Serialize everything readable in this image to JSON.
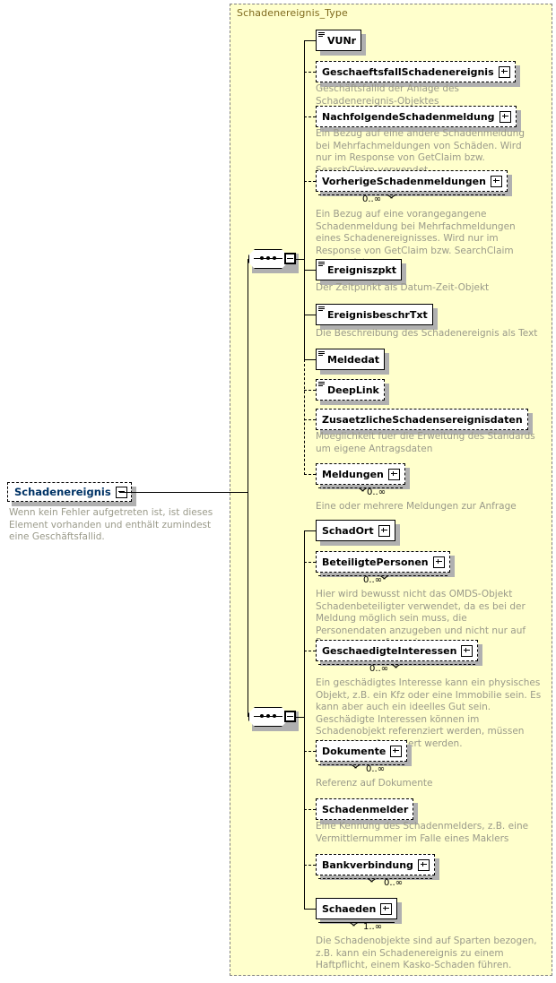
{
  "diagram": {
    "kind": "xsd-schema-diagram",
    "root_element": {
      "name": "Schadenereignis",
      "expander": "minus-icon",
      "annotation": "Wenn kein Fehler aufgetreten ist, ist dieses Element vorhanden und enthält zumindest eine Geschäftsfallid."
    },
    "type_box": {
      "title": "Schadenereignis_Type",
      "background": "#ffffcc",
      "border_color": "#808080"
    },
    "compositors": [
      {
        "name": "sequence-1",
        "symbol": "sequence",
        "expander": "minus-icon"
      },
      {
        "name": "sequence-2",
        "symbol": "sequence",
        "expander": "minus-icon"
      }
    ],
    "elements": [
      {
        "name": "VUNr",
        "required": true,
        "simple_type": true,
        "expander": null,
        "cardinality": null,
        "annotation": null
      },
      {
        "name": "GeschaeftsfallSchadenereignis",
        "required": false,
        "simple_type": false,
        "expander": "plus-icon",
        "cardinality": null,
        "annotation": "Geschäftsfallid der Anlage des Schadenereignis-Objektes"
      },
      {
        "name": "NachfolgendeSchadenmeldung",
        "required": false,
        "simple_type": false,
        "expander": "plus-icon",
        "cardinality": null,
        "annotation": "Ein Bezug auf eine andere Schadenmeldung bei Mehrfachmeldungen von Schäden. Wird nur im Response von GetClaim bzw. SearchClaim verwendet."
      },
      {
        "name": "VorherigeSchadenmeldungen",
        "required": false,
        "simple_type": false,
        "expander": "plus-icon",
        "cardinality": "0..∞",
        "annotation": "Ein Bezug auf eine vorangegangene Schadenmeldung bei Mehrfachmeldungen eines Schadenereignisses. Wird nur im Response von GetClaim bzw. SearchClaim verwendet."
      },
      {
        "name": "Ereigniszpkt",
        "required": true,
        "simple_type": true,
        "expander": null,
        "cardinality": null,
        "annotation": "Der Zeitpunkt als Datum-Zeit-Objekt"
      },
      {
        "name": "EreignisbeschrTxt",
        "required": true,
        "simple_type": true,
        "expander": null,
        "cardinality": null,
        "annotation": "Die Beschreibung des Schadenereignis als Text"
      },
      {
        "name": "Meldedat",
        "required": true,
        "simple_type": true,
        "expander": null,
        "cardinality": null,
        "annotation": null
      },
      {
        "name": "DeepLink",
        "required": false,
        "simple_type": true,
        "expander": null,
        "cardinality": null,
        "annotation": null
      },
      {
        "name": "ZusaetzlicheSchadensereignisdaten",
        "required": false,
        "simple_type": false,
        "expander": null,
        "cardinality": null,
        "annotation": "Moeglichkeit fuer die Erweitung des Standards um eigene Antragsdaten"
      },
      {
        "name": "Meldungen",
        "required": false,
        "simple_type": false,
        "expander": "plus-icon",
        "cardinality": "0..∞",
        "annotation": "Eine oder mehrere Meldungen zur Anfrage"
      },
      {
        "name": "SchadOrt",
        "required": true,
        "simple_type": false,
        "expander": "plus-icon",
        "cardinality": null,
        "annotation": null
      },
      {
        "name": "BeteiligtePersonen",
        "required": false,
        "simple_type": false,
        "expander": "plus-icon",
        "cardinality": "0..∞",
        "annotation": "Hier wird bewusst nicht das OMDS-Objekt Schadenbeteiligter verwendet, da es bei der Meldung möglich sein muss, die Personendaten anzugeben und nicht nur auf Personen zu referenzieren."
      },
      {
        "name": "GeschaedigteInteressen",
        "required": false,
        "simple_type": false,
        "expander": "plus-icon",
        "cardinality": "0..∞",
        "annotation": "Ein geschädigtes Interesse kann ein physisches Objekt, z.B. ein Kfz oder eine Immobilie sein. Es kann aber auch ein ideelles Gut sein. Geschädigte Interessen können im Schadenobjekt referenziert werden, müssen aber nicht referenziert werden."
      },
      {
        "name": "Dokumente",
        "required": false,
        "simple_type": false,
        "expander": "plus-icon",
        "cardinality": "0..∞",
        "annotation": "Referenz auf Dokumente"
      },
      {
        "name": "Schadenmelder",
        "required": false,
        "simple_type": false,
        "expander": null,
        "cardinality": null,
        "annotation": "Eine Kennung des Schadenmelders, z.B. eine Vermittlernummer im Falle eines Maklers"
      },
      {
        "name": "Bankverbindung",
        "required": false,
        "simple_type": false,
        "expander": "plus-icon",
        "cardinality": "0..∞",
        "annotation": null
      },
      {
        "name": "Schaeden",
        "required": true,
        "simple_type": false,
        "expander": "plus-icon",
        "cardinality": "1..∞",
        "annotation": "Die Schadenobjekte sind auf Sparten bezogen, z.B. kann ein Schadenereignis zu einem Haftpflicht, einem Kasko-Schaden führen."
      }
    ]
  }
}
